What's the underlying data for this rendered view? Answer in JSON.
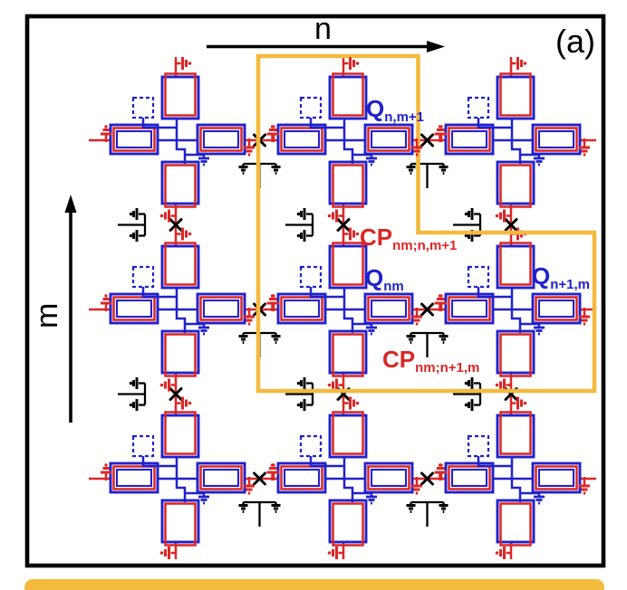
{
  "figure": {
    "panel_label": "(a)",
    "axes": {
      "horizontal": "n",
      "vertical": "m"
    },
    "labels": {
      "qubit_center": {
        "main": "Q",
        "sub": "nm"
      },
      "qubit_above": {
        "main": "Q",
        "sub": "n,m+1"
      },
      "qubit_right": {
        "main": "Q",
        "sub": "n+1,m"
      },
      "coupler_vertical": {
        "main": "CP",
        "sub": "nm;n,m+1"
      },
      "coupler_horizontal": {
        "main": "CP",
        "sub": "nm;n+1,m"
      }
    },
    "grid": {
      "rows": 3,
      "cols": 3
    },
    "colors": {
      "blue": "#2121cc",
      "red": "#dc2626",
      "orange": "#f4ba3e",
      "black": "#000000"
    }
  }
}
